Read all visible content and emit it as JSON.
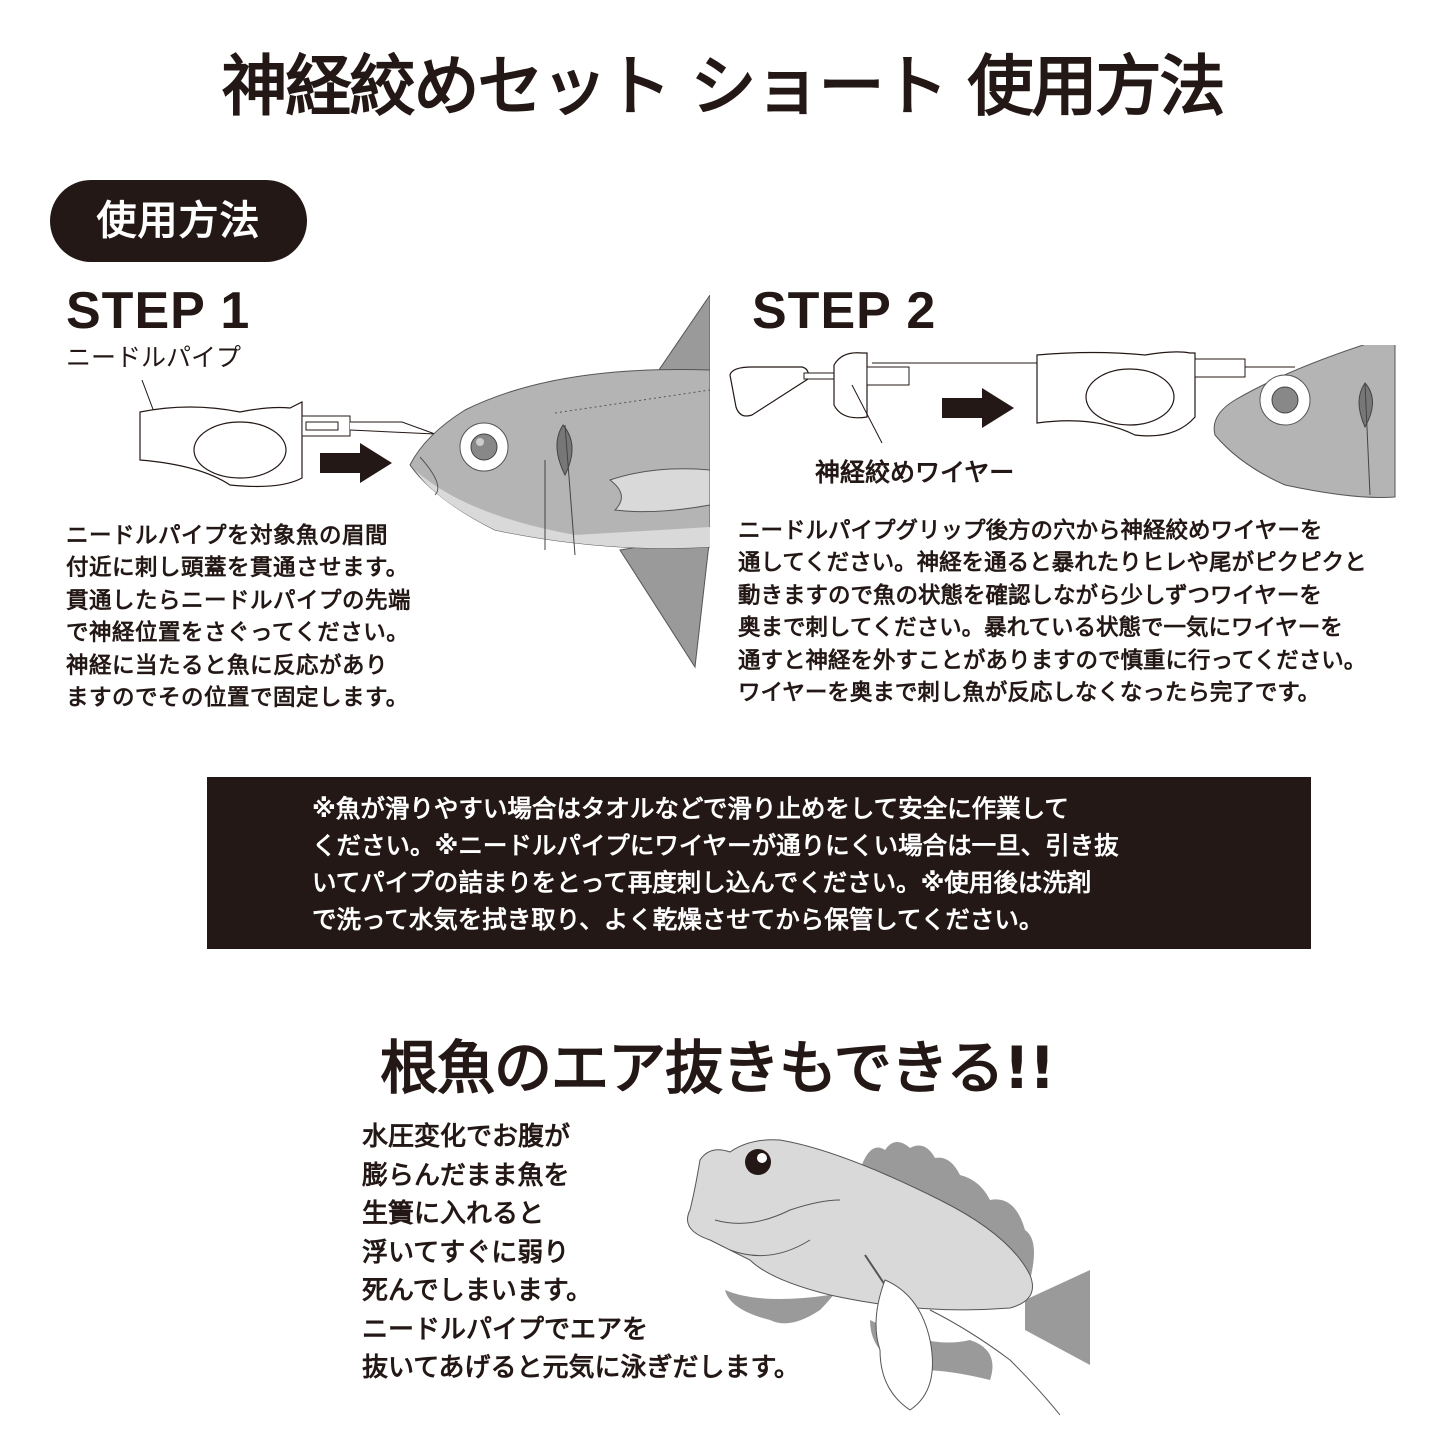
{
  "title": "神経絞めセット ショート 使用方法",
  "section_badge": "使用方法",
  "step1": {
    "heading": "STEP 1",
    "part_label": "ニードルパイプ",
    "description": "ニードルパイプを対象魚の眉間\n付近に刺し頭蓋を貫通させます。\n貫通したらニードルパイプの先端\nで神経位置をさぐってください。\n神経に当たると魚に反応があり\nますのでその位置で固定します。"
  },
  "step2": {
    "heading": "STEP 2",
    "part_label": "神経絞めワイヤー",
    "description": "ニードルパイプグリップ後方の穴から神経絞めワイヤーを\n通してください。神経を通ると暴れたりヒレや尾がピクピクと\n動きますので魚の状態を確認しながら少しずつワイヤーを\n奥まで刺してください。暴れている状態で一気にワイヤーを\n通すと神経を外すことがありますので慎重に行ってください。\nワイヤーを奥まで刺し魚が反応しなくなったら完了です。"
  },
  "notice": {
    "text": "※魚が滑りやすい場合はタオルなどで滑り止めをして安全に作業して\nください。※ニードルパイプにワイヤーが通りにくい場合は一旦、引き抜\nいてパイプの詰まりをとって再度刺し込んでください。※使用後は洗剤\nで洗って水気を拭き取り、よく乾燥させてから保管してください。"
  },
  "air_release": {
    "headline": "根魚のエア抜きもできる!!",
    "description": "水圧変化でお腹が\n膨らんだまま魚を\n生簀に入れると\n浮いてすぐに弱り\n死んでしまいます。\nニードルパイプでエアを\n抜いてあげると元気に泳ぎだします。"
  },
  "colors": {
    "ink": "#231815",
    "fish_body": "#b4b4b4",
    "fish_light": "#d9d9d9",
    "fin_dark": "#9a9a9a",
    "background": "#ffffff"
  },
  "icons": [
    "arrow-right-icon",
    "arrow-right-icon",
    "needle-pipe-illustration",
    "nerve-wire-illustration",
    "fish-illustration",
    "rockfish-illustration"
  ]
}
